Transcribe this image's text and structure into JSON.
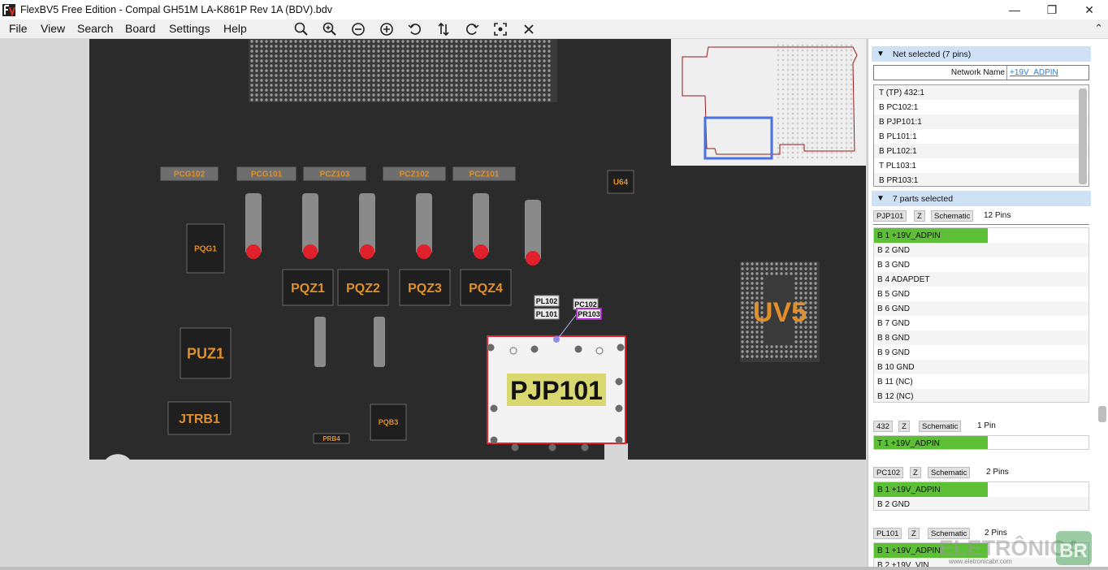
{
  "window": {
    "title": "FlexBV5 Free Edition - Compal GH51M LA-K861P Rev 1A (BDV).bdv"
  },
  "menu": [
    "File",
    "View",
    "Search",
    "Board",
    "Settings",
    "Help"
  ],
  "toolbar": [
    "zoom-fit-icon",
    "zoom-in-icon",
    "zoom-out-icon",
    "zoom-add-icon",
    "rotate-ccw-icon",
    "flip-icon",
    "rotate-cw-icon",
    "fit-selection-icon",
    "close-icon"
  ],
  "board": {
    "components": [
      "PCG102",
      "PCG101",
      "PCZ103",
      "PCZ102",
      "PCZ101",
      "U64",
      "PQG1",
      "PQZ1",
      "PQZ2",
      "PQZ3",
      "PQZ4",
      "PUZ1",
      "JTRB1",
      "PRB4",
      "PQB3",
      "UV5"
    ],
    "selected_part": "PJP101",
    "pin_labels": [
      "PL102",
      "PL101",
      "PC102",
      "PR103"
    ]
  },
  "net_panel": {
    "header": "Net selected (7 pins)",
    "network_name_label": "Network Name",
    "network_name_value": "+19V_ADPIN",
    "pins": [
      "T  (TP) 432:1",
      "B PC102:1",
      "B PJP101:1",
      "B PL101:1",
      "B PL102:1",
      "T  PL103:1",
      "B PR103:1"
    ]
  },
  "parts_panel": {
    "header": "7 parts selected",
    "parts": [
      {
        "name": "PJP101",
        "z": "Z",
        "schematic": "Schematic",
        "pins_count": "12 Pins",
        "pins": [
          {
            "text": "B   1  +19V_ADPIN",
            "highlight": true
          },
          {
            "text": "B   2  GND",
            "highlight": false
          },
          {
            "text": "B   3  GND",
            "highlight": false
          },
          {
            "text": "B   4  ADAPDET",
            "highlight": false
          },
          {
            "text": "B   5  GND",
            "highlight": false
          },
          {
            "text": "B   6  GND",
            "highlight": false
          },
          {
            "text": "B   7  GND",
            "highlight": false
          },
          {
            "text": "B   8  GND",
            "highlight": false
          },
          {
            "text": "B   9  GND",
            "highlight": false
          },
          {
            "text": "B   10  GND",
            "highlight": false
          },
          {
            "text": "B   11  (NC)",
            "highlight": false
          },
          {
            "text": "B   12  (NC)",
            "highlight": false
          }
        ]
      },
      {
        "name": "432",
        "z": "Z",
        "schematic": "Schematic",
        "pins_count": "1 Pin",
        "pins": [
          {
            "text": "T   1  +19V_ADPIN",
            "highlight": true
          }
        ]
      },
      {
        "name": "PC102",
        "z": "Z",
        "schematic": "Schematic",
        "pins_count": "2 Pins",
        "pins": [
          {
            "text": "B   1  +19V_ADPIN",
            "highlight": true
          },
          {
            "text": "B   2  GND",
            "highlight": false
          }
        ]
      },
      {
        "name": "PL101",
        "z": "Z",
        "schematic": "Schematic",
        "pins_count": "2 Pins",
        "pins": [
          {
            "text": "B   1  +19V_ADPIN",
            "highlight": true
          },
          {
            "text": "B   2  +19V_VIN",
            "highlight": false
          }
        ]
      }
    ]
  },
  "watermark": {
    "brand": "ELETRÔNICA",
    "suffix": "BR",
    "url": "www.eletronicabr.com"
  },
  "colors": {
    "board": "#2b2b2b",
    "label_orange": "#e0902a",
    "selection_red": "#e0202a",
    "highlight_green": "#5dbf35",
    "header_blue": "#cfe1f5",
    "selected_part_yellow": "#d9d870"
  }
}
